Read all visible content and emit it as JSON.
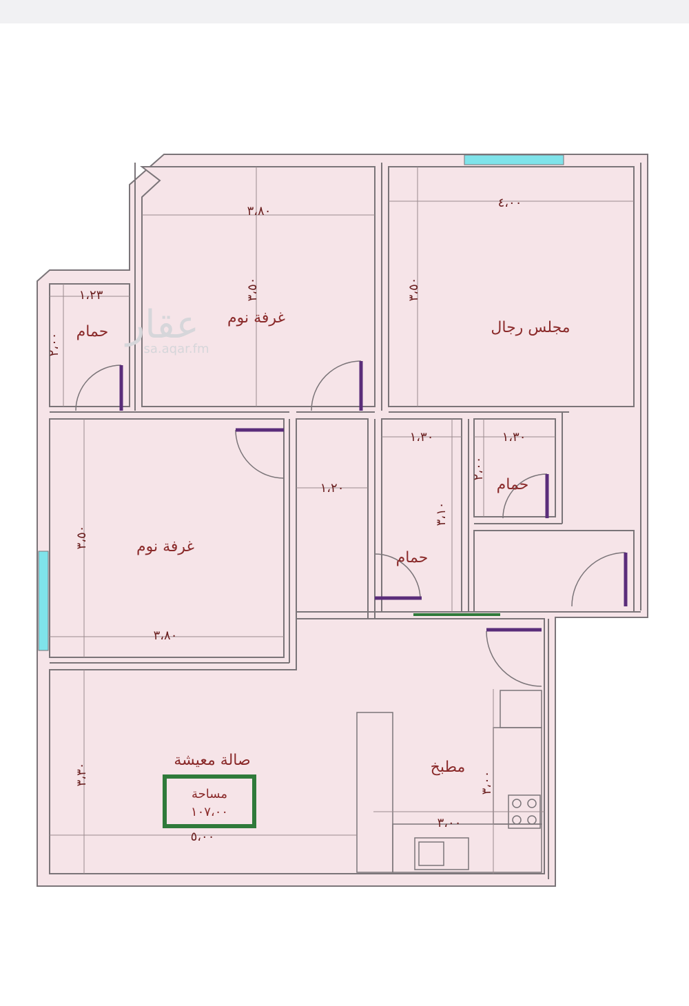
{
  "colors": {
    "floor": "#f6e4e8",
    "wall": "#7a7478",
    "dim_line": "#9a8a8e",
    "text": "#8a2a2a",
    "window": "#7fe3ea",
    "door_leaf": "#5a2d7a",
    "area_box": "#2f7a3a"
  },
  "rooms": {
    "bedroom_top": "غرفة نوم",
    "bathroom_left": "حمام",
    "majlis": "مجلس رجال",
    "bedroom_left": "غرفة نوم",
    "bathroom_mid": "حمام",
    "bathroom_right": "حمام",
    "living": "صالة معيشة",
    "kitchen": "مطبخ"
  },
  "dimensions": {
    "bedroom_top_w": "٣،٨٠",
    "bedroom_top_h": "٣،٥٠",
    "majlis_w": "٤،٠٠",
    "majlis_h": "٣،٥٠",
    "bath_left_w": "١،٢٣",
    "bath_left_h": "٢،٠٠",
    "bath_mid_w": "١،٣٠",
    "bath_mid_h": "٣،١٠",
    "bath_right_w": "١،٣٠",
    "bath_right_h": "٢،٠٠",
    "corridor_w": "١،٢٠",
    "bedroom_left_w": "٣،٨٠",
    "bedroom_left_h": "٣،٥٠",
    "living_w": "٥،٠٠",
    "living_h": "٣،٣٠",
    "kitchen_w": "٣،٠٠",
    "kitchen_h": "٣،٠٠"
  },
  "area": {
    "label": "مساحة",
    "value": "١٠٧،٠٠"
  },
  "watermark": {
    "logo": "عقار",
    "url": "sa.aqar.fm"
  }
}
